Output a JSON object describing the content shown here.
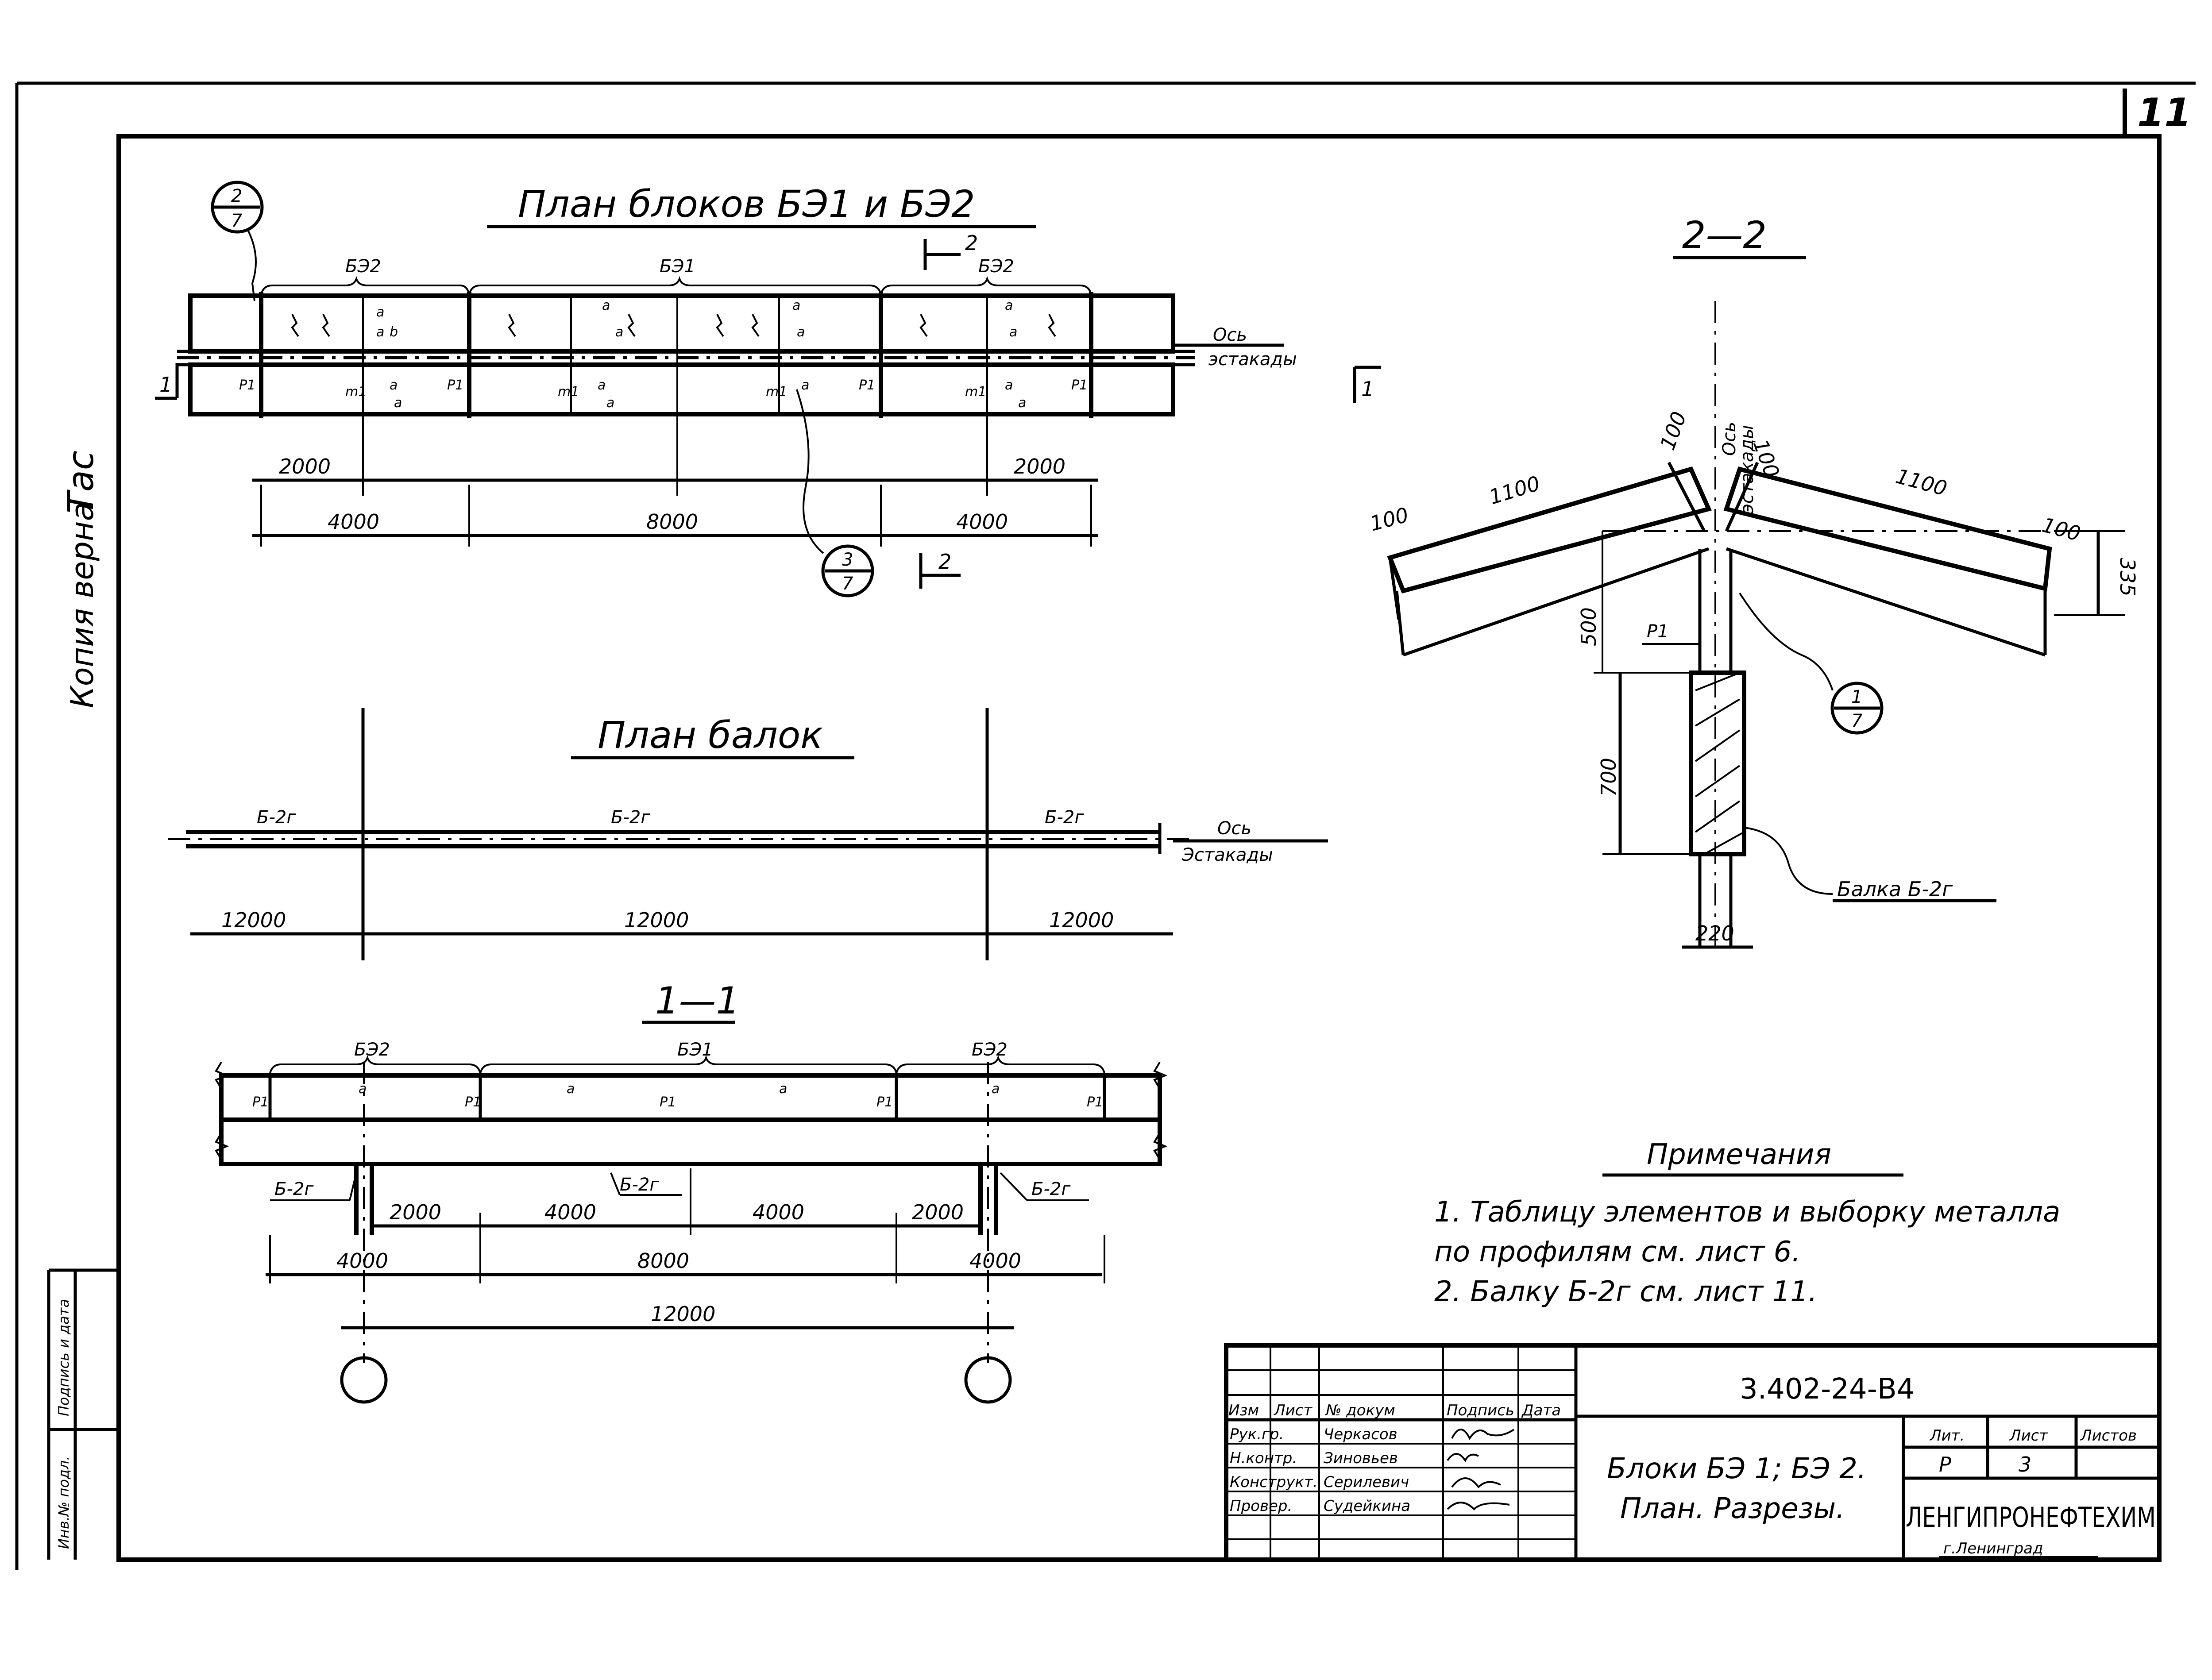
{
  "sheet": {
    "page_number": "11",
    "copy_stamp": "Копия верна",
    "copy_signature": "Тас",
    "side_label_1": "Подпись и дата",
    "side_label_2": "Инв.№ подл."
  },
  "plan_blocks": {
    "title": "План блоков БЭ1 и БЭ2",
    "block_left": "БЭ2",
    "block_mid": "БЭ1",
    "block_right": "БЭ2",
    "axis_label_1": "Ось",
    "axis_label_2": "эстакады",
    "section_mark_1": "1",
    "section_mark_2": "2",
    "callout_top_num": "2",
    "callout_top_den": "7",
    "callout_bottom_num": "3",
    "callout_bottom_den": "7",
    "dims_row1": [
      "2000",
      "2000"
    ],
    "dims_row2": [
      "4000",
      "8000",
      "4000"
    ],
    "mark_a": "a",
    "mark_b": "b",
    "mark_p1": "P1",
    "mark_m1": "m1"
  },
  "plan_beams": {
    "title": "План балок",
    "beam_left": "Б-2г",
    "beam_mid": "Б-2г",
    "beam_right": "Б-2г",
    "axis_label_1": "Ось",
    "axis_label_2": "Эстакады",
    "dims": [
      "12000",
      "12000",
      "12000"
    ]
  },
  "section_1_1": {
    "title": "1—1",
    "block_left": "БЭ2",
    "block_mid": "БЭ1",
    "block_right": "БЭ2",
    "mark_a": "a",
    "mark_p1": "P1",
    "beam_left": "Б-2г",
    "beam_mid": "Б-2г",
    "beam_right": "Б-2г",
    "dims_row1": [
      "2000",
      "4000",
      "4000",
      "2000"
    ],
    "dims_row2": [
      "4000",
      "8000",
      "4000"
    ],
    "dims_row3": [
      "12000"
    ]
  },
  "section_2_2": {
    "title": "2—2",
    "axis_label_1": "Ось",
    "axis_label_2": "эстакады",
    "dims": {
      "left_top": "100",
      "left_len": "1100",
      "center_left": "100",
      "center_right": "100",
      "right_len": "1100",
      "right_top": "100",
      "right_height": "335",
      "post_height": "500",
      "beam_height": "700",
      "beam_width": "220"
    },
    "mark_p1": "P1",
    "callout_num": "1",
    "callout_den": "7",
    "beam_label": "Балка Б-2г"
  },
  "notes": {
    "title": "Примечания",
    "line_1": "1. Таблицу элементов и выборку металла",
    "line_2": "по профилям см. лист 6.",
    "line_3": "2. Балку Б-2г см. лист 11."
  },
  "title_block": {
    "code": "3.402-24-В4",
    "header_cols": [
      "Изм",
      "Лист",
      "№ докум",
      "Подпись",
      "Дата"
    ],
    "rows": [
      {
        "role": "Рук.гр.",
        "name": "Черкасов"
      },
      {
        "role": "Н.контр.",
        "name": "Зиновьев"
      },
      {
        "role": "Конструкт.",
        "name": "Серилевич"
      },
      {
        "role": "Провер.",
        "name": "Судейкина"
      }
    ],
    "sheet_title_1": "Блоки БЭ 1; БЭ 2.",
    "sheet_title_2": "План. Разрезы.",
    "stage_header": "Лит.",
    "sheet_header": "Лист",
    "sheets_header": "Листов",
    "stage_value": "Р",
    "sheet_value": "3",
    "org_name": "ЛЕНГИПРОНЕФТЕХИМ",
    "org_city": "г.Ленинград"
  }
}
